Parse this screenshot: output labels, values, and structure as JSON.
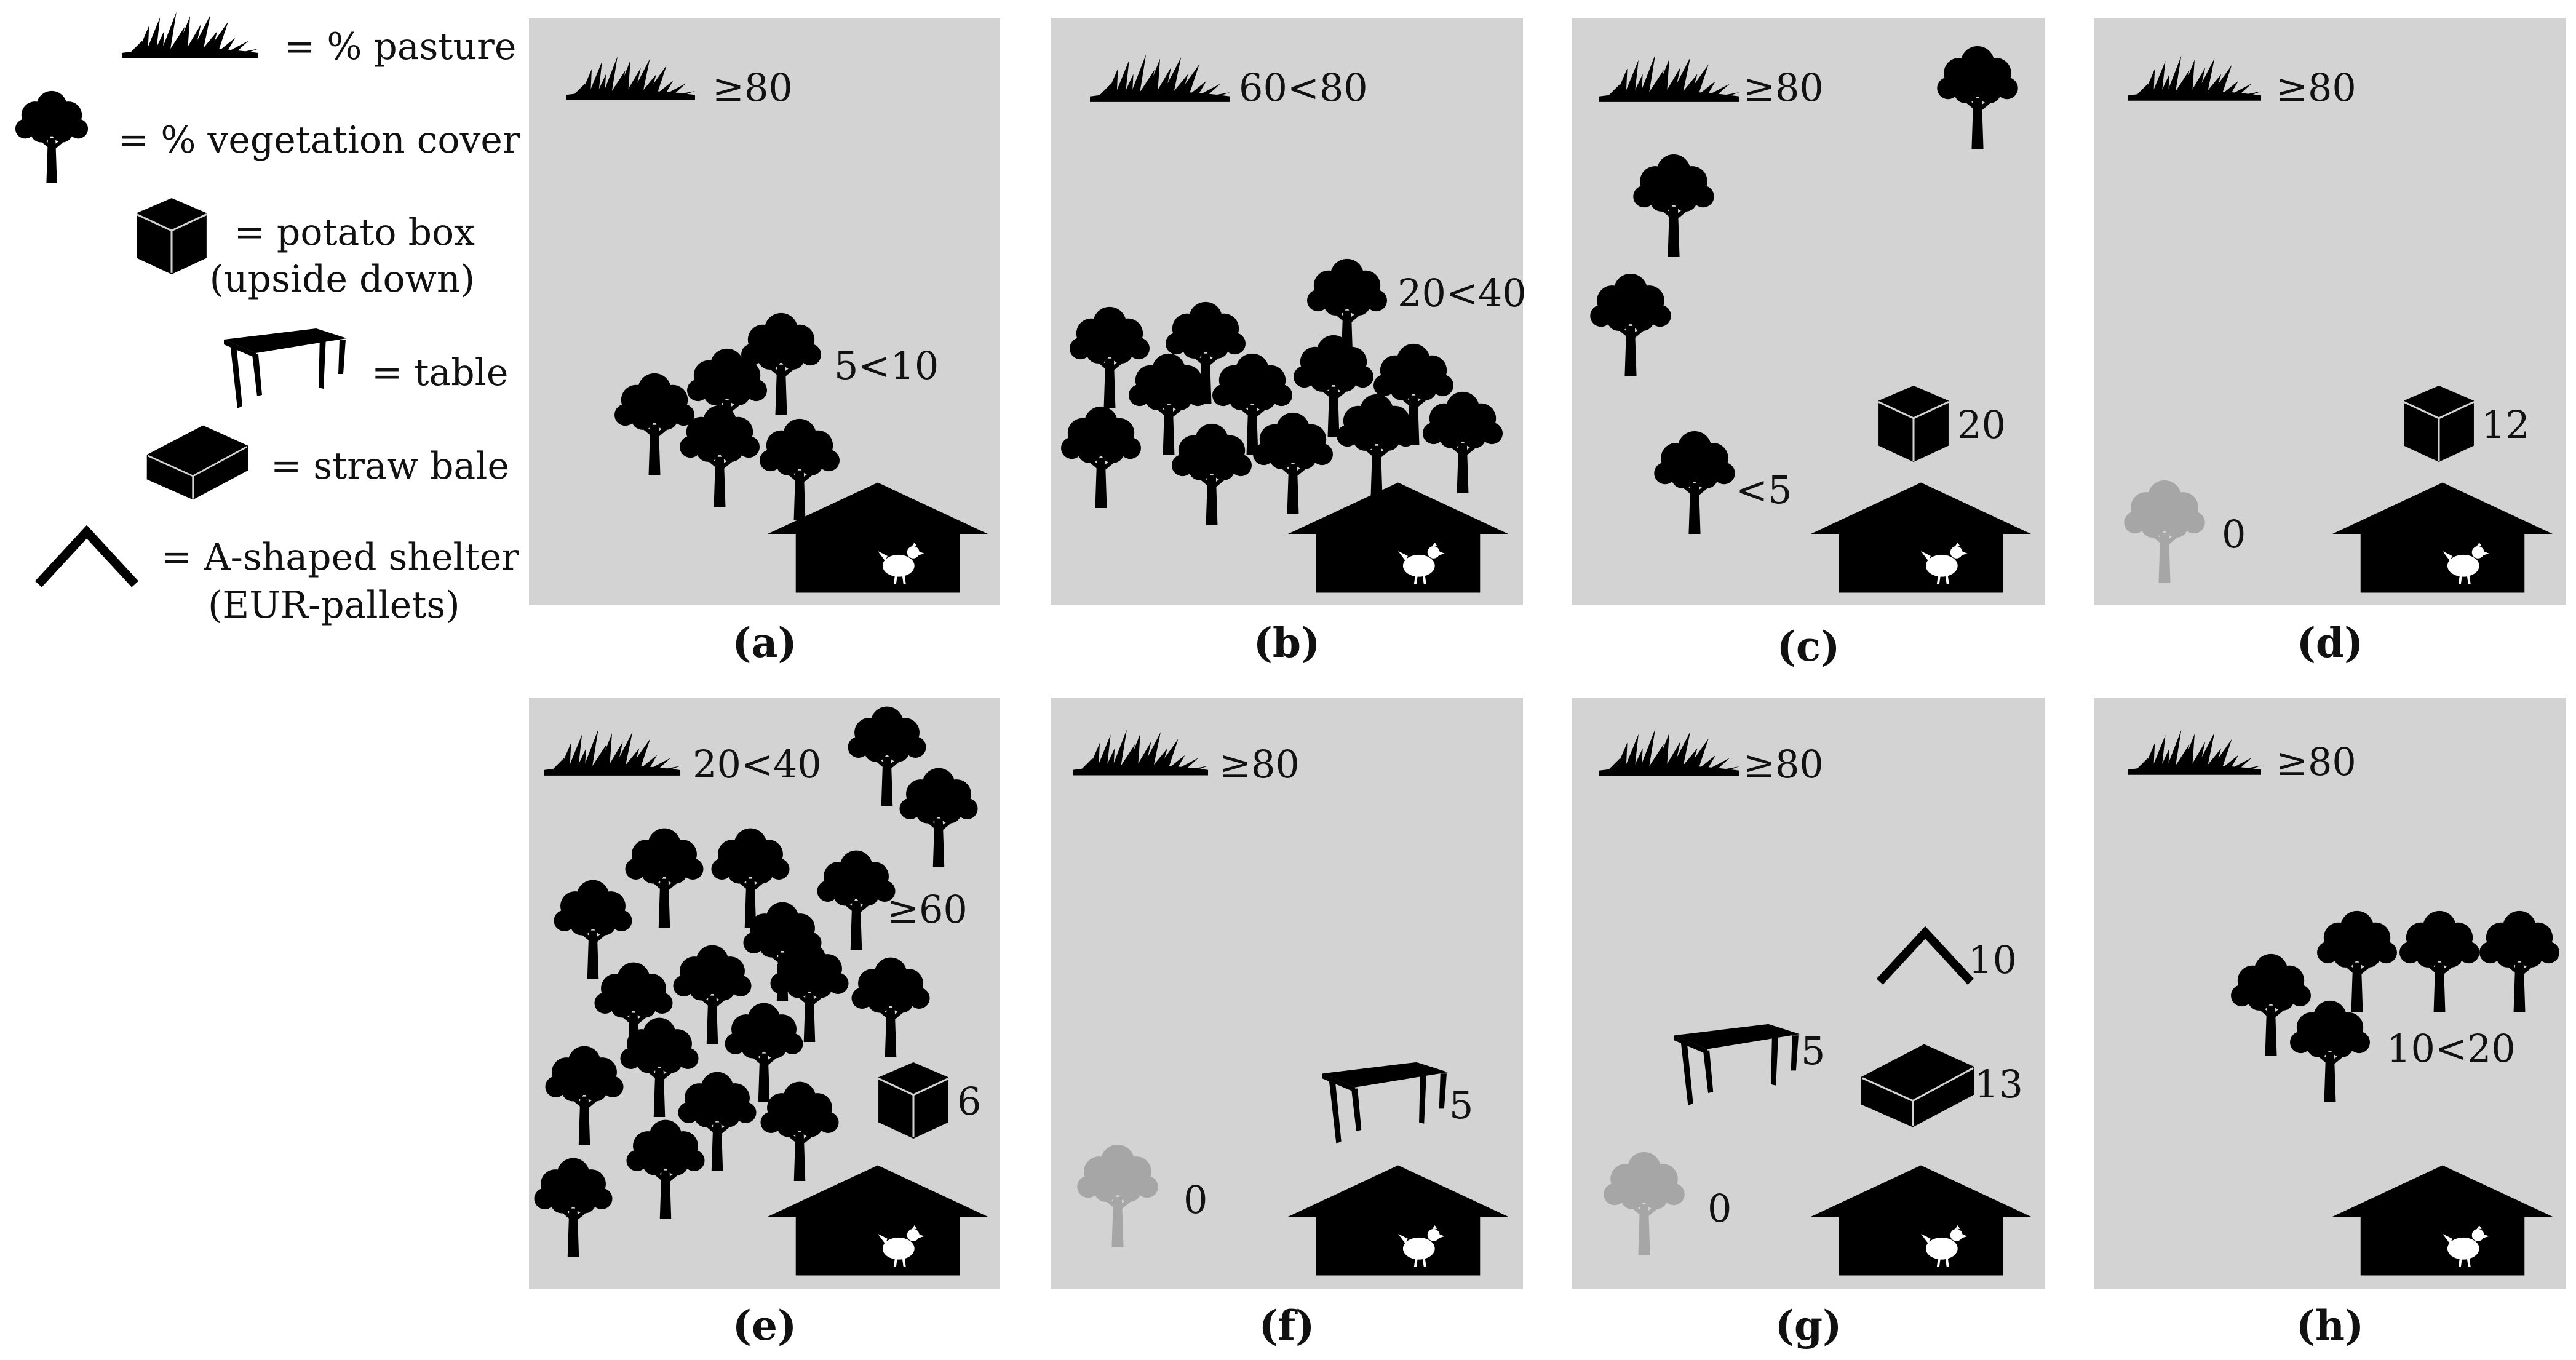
{
  "legend": {
    "pasture": "= % pasture",
    "vegetation": "= % vegetation cover",
    "potato_box_1": "= potato box",
    "potato_box_2": "(upside down)",
    "table": "= table",
    "straw_bale": "= straw bale",
    "shelter_1": "= A-shaped shelter",
    "shelter_2": "(EUR-pallets)"
  },
  "panels": [
    {
      "id": "a",
      "caption": "(a)",
      "pasture": "≥80",
      "vegetation": "5<10"
    },
    {
      "id": "b",
      "caption": "(b)",
      "pasture": "60<80",
      "vegetation": "20<40"
    },
    {
      "id": "c",
      "caption": "(c)",
      "pasture": "≥80",
      "vegetation": "<5",
      "potato_box": "20"
    },
    {
      "id": "d",
      "caption": "(d)",
      "pasture": "≥80",
      "vegetation": "0",
      "potato_box": "12"
    },
    {
      "id": "e",
      "caption": "(e)",
      "pasture": "20<40",
      "vegetation": "≥60",
      "potato_box": "6"
    },
    {
      "id": "f",
      "caption": "(f)",
      "pasture": "≥80",
      "vegetation": "0",
      "table": "5"
    },
    {
      "id": "g",
      "caption": "(g)",
      "pasture": "≥80",
      "vegetation": "0",
      "table": "5",
      "shelter": "10",
      "straw_bale": "13"
    },
    {
      "id": "h",
      "caption": "(h)",
      "pasture": "≥80",
      "vegetation": "10<20"
    }
  ],
  "colors": {
    "panel_bg": "#d3d3d3",
    "icon": "#000000",
    "icon_faded": "#a6a6a6"
  }
}
